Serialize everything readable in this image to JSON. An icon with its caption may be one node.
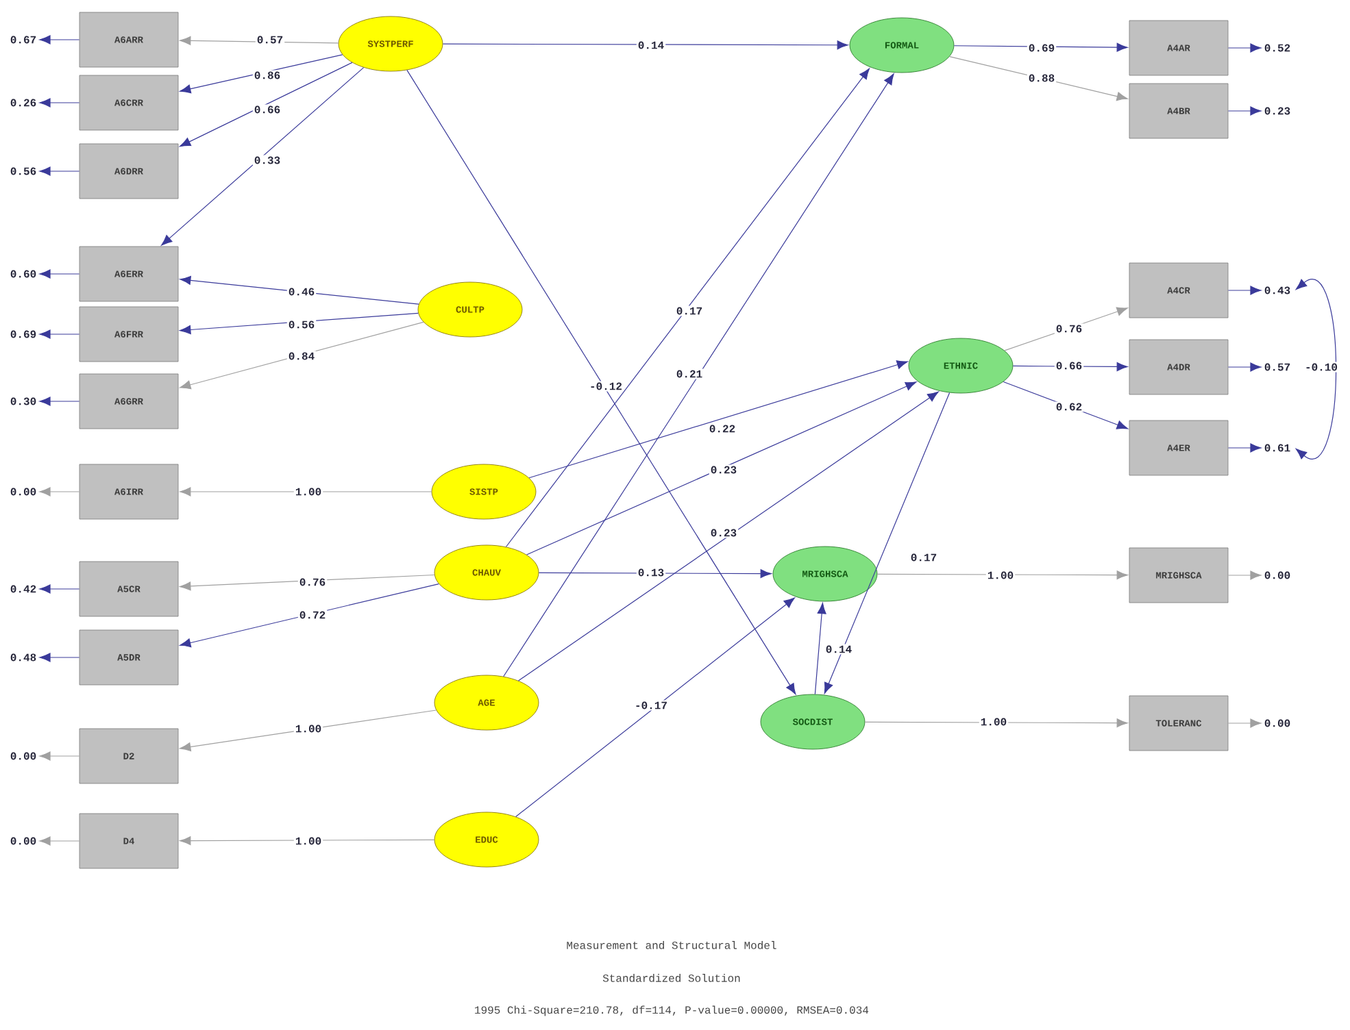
{
  "diagram": {
    "title": "Measurement and Structural Model",
    "nodes": [
      {
        "text": [
          "0.67"
        ]
      },
      {
        "text": [
          "A6ARR"
        ]
      },
      {
        "text": [
          "0.26"
        ]
      },
      {
        "text": [
          "A6CRR"
        ]
      },
      {
        "text": [
          "0.56"
        ]
      },
      {
        "text": [
          "A6DRR"
        ]
      },
      {
        "text": [
          "0.60"
        ]
      },
      {
        "text": [
          "A6ERR"
        ]
      },
      {
        "text": [
          "0.69"
        ]
      },
      {
        "text": [
          "A6FRR"
        ]
      },
      {
        "text": [
          "0.30"
        ]
      },
      {
        "text": [
          "A6GRR"
        ]
      },
      {
        "text": [
          "0.00"
        ]
      },
      {
        "text": [
          "A6IRR"
        ]
      },
      {
        "text": [
          "0.42"
        ]
      },
      {
        "text": [
          "A5CR"
        ]
      },
      {
        "text": [
          "0.48"
        ]
      },
      {
        "text": [
          "A5DR"
        ]
      },
      {
        "text": [
          "0.00"
        ]
      },
      {
        "text": [
          "D2"
        ]
      },
      {
        "text": [
          "0.00"
        ]
      },
      {
        "text": [
          "D4"
        ]
      },
      {
        "text": [
          "SYSTPERF"
        ]
      },
      {
        "text": [
          "CULTP"
        ]
      },
      {
        "text": [
          "SISTP"
        ]
      },
      {
        "text": [
          "CHAUV"
        ]
      },
      {
        "text": [
          "AGE"
        ]
      },
      {
        "text": [
          "EDUC"
        ]
      },
      {
        "text": [
          "FORMAL"
        ]
      },
      {
        "text": [
          "ETHNIC"
        ]
      },
      {
        "text": [
          "MRIGHSCA"
        ]
      },
      {
        "text": [
          "SOCDIST"
        ]
      },
      {
        "text": [
          "A4AR"
        ]
      },
      {
        "text": [
          "0.52"
        ]
      },
      {
        "text": [
          "A4BR"
        ]
      },
      {
        "text": [
          "0.23"
        ]
      },
      {
        "text": [
          "A4CR"
        ]
      },
      {
        "text": [
          "0.43"
        ]
      },
      {
        "text": [
          "A4DR"
        ]
      },
      {
        "text": [
          "0.57"
        ]
      },
      {
        "text": [
          "A4ER"
        ]
      },
      {
        "text": [
          "0.61"
        ]
      },
      {
        "text": [
          "MRIGHSCA"
        ]
      },
      {
        "text": [
          "0.00"
        ]
      },
      {
        "text": [
          "TOLERANC"
        ]
      },
      {
        "text": [
          "0.00"
        ]
      }
    ],
    "edges": [
      {
        "from": 1,
        "to": 0,
        "arrow": "to"
      },
      {
        "from": 3,
        "to": 2,
        "arrow": "to"
      },
      {
        "from": 5,
        "to": 4,
        "arrow": "to"
      },
      {
        "from": 7,
        "to": 6,
        "arrow": "to"
      },
      {
        "from": 9,
        "to": 8,
        "arrow": "to"
      },
      {
        "from": 11,
        "to": 10,
        "arrow": "to"
      },
      {
        "from": 13,
        "to": 12,
        "arrow": "to",
        "color": "#a0a0a0"
      },
      {
        "from": 15,
        "to": 14,
        "arrow": "to"
      },
      {
        "from": 17,
        "to": 16,
        "arrow": "to"
      },
      {
        "from": 19,
        "to": 18,
        "arrow": "to",
        "color": "#a0a0a0"
      },
      {
        "from": 21,
        "to": 20,
        "arrow": "to",
        "color": "#a0a0a0"
      },
      {
        "from": 22,
        "to": 1,
        "arrow": "to",
        "label": "0.57",
        "color": "#a0a0a0"
      },
      {
        "from": 22,
        "to": 3,
        "arrow": "to",
        "label": "0.86"
      },
      {
        "from": 22,
        "to": 5,
        "arrow": "to",
        "label": "0.66"
      },
      {
        "from": 22,
        "to": 7,
        "arrow": "to",
        "label": "0.33"
      },
      {
        "from": 23,
        "to": 7,
        "arrow": "to",
        "label": "0.46"
      },
      {
        "from": 23,
        "to": 9,
        "arrow": "to",
        "label": "0.56"
      },
      {
        "from": 23,
        "to": 11,
        "arrow": "to",
        "label": "0.84",
        "color": "#a0a0a0"
      },
      {
        "from": 24,
        "to": 13,
        "arrow": "to",
        "label": "1.00",
        "color": "#a0a0a0"
      },
      {
        "from": 25,
        "to": 15,
        "arrow": "to",
        "label": "0.76",
        "color": "#a0a0a0"
      },
      {
        "from": 25,
        "to": 17,
        "arrow": "to",
        "label": "0.72"
      },
      {
        "from": 26,
        "to": 19,
        "arrow": "to",
        "label": "1.00",
        "color": "#a0a0a0"
      },
      {
        "from": 27,
        "to": 21,
        "arrow": "to",
        "label": "1.00",
        "color": "#a0a0a0"
      },
      {
        "from": 22,
        "to": 28,
        "arrow": "to",
        "label": "0.14"
      },
      {
        "from": 22,
        "to": 31,
        "arrow": "to",
        "label": "-0.12"
      },
      {
        "from": 25,
        "to": 28,
        "arrow": "to",
        "label": "0.17"
      },
      {
        "from": 26,
        "to": 28,
        "arrow": "to",
        "label": "0.21"
      },
      {
        "from": 24,
        "to": 29,
        "arrow": "to",
        "label": "0.22"
      },
      {
        "from": 25,
        "to": 29,
        "arrow": "to",
        "label": "0.23"
      },
      {
        "from": 26,
        "to": 29,
        "arrow": "to",
        "label": "0.23"
      },
      {
        "from": 25,
        "to": 30,
        "arrow": "to",
        "label": "0.13"
      },
      {
        "from": 27,
        "to": 30,
        "arrow": "to",
        "label": "-0.17"
      },
      {
        "from": 31,
        "to": 30,
        "arrow": "to",
        "label": "0.14"
      },
      {
        "from": 29,
        "to": 31,
        "arrow": "to",
        "label": "0.17"
      },
      {
        "from": 28,
        "to": 32,
        "arrow": "to",
        "label": "0.69"
      },
      {
        "from": 28,
        "to": 34,
        "arrow": "to",
        "label": "0.88",
        "color": "#a0a0a0"
      },
      {
        "from": 29,
        "to": 36,
        "arrow": "to",
        "label": "0.76",
        "color": "#a0a0a0"
      },
      {
        "from": 29,
        "to": 38,
        "arrow": "to",
        "label": "0.66"
      },
      {
        "from": 29,
        "to": 40,
        "arrow": "to",
        "label": "0.62"
      },
      {
        "from": 30,
        "to": 42,
        "arrow": "to",
        "label": "1.00",
        "color": "#a0a0a0"
      },
      {
        "from": 31,
        "to": 44,
        "arrow": "to",
        "label": "1.00",
        "color": "#a0a0a0"
      },
      {
        "from": 32,
        "to": 33,
        "arrow": "to"
      },
      {
        "from": 34,
        "to": 35,
        "arrow": "to"
      },
      {
        "from": 36,
        "to": 37,
        "arrow": "to"
      },
      {
        "from": 38,
        "to": 39,
        "arrow": "to"
      },
      {
        "from": 40,
        "to": 41,
        "arrow": "to"
      },
      {
        "from": 42,
        "to": 43,
        "arrow": "to",
        "color": "#a0a0a0"
      },
      {
        "from": 44,
        "to": 45,
        "arrow": "to",
        "color": "#a0a0a0"
      },
      {
        "from": 37,
        "to": 41,
        "arrow": "both",
        "label": "-0.10"
      }
    ],
    "labels": [
      "Standardized Solution",
      "1995 Chi-Square=210.78, df=114, P-value=0.00000, RMSEA=0.034"
    ]
  }
}
